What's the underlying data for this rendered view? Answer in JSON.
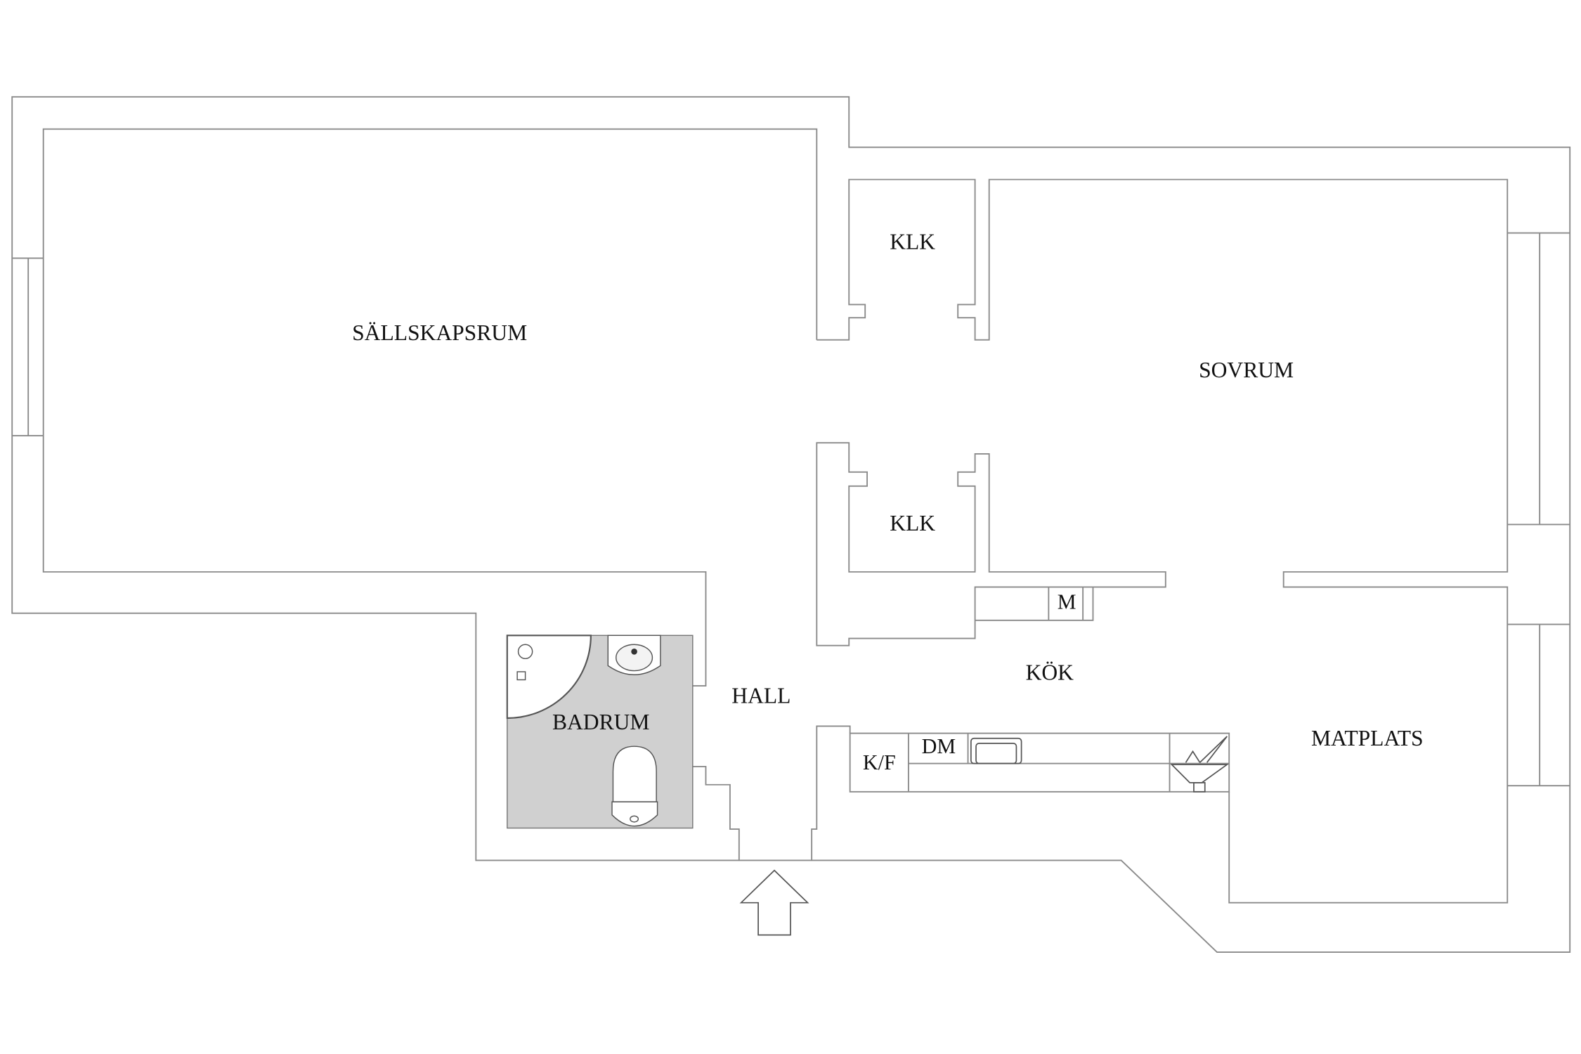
{
  "rooms": {
    "living_room": "SÄLLSKAPSRUM",
    "closet_top": "KLK",
    "bedroom": "SOVRUM",
    "closet_bottom": "KLK",
    "microwave": "M",
    "kitchen": "KÖK",
    "hall": "HALL",
    "bathroom": "BADRUM",
    "dining": "MATPLATS",
    "fridge_freezer": "K/F",
    "dishwasher": "DM"
  },
  "colors": {
    "wall": "#8a8a8a",
    "bathroom_floor": "#d0d0d0"
  },
  "icons": [
    "entrance-arrow-icon",
    "sink-icon",
    "toilet-icon",
    "shower-icon",
    "stove-icon",
    "kitchen-sink-icon"
  ]
}
